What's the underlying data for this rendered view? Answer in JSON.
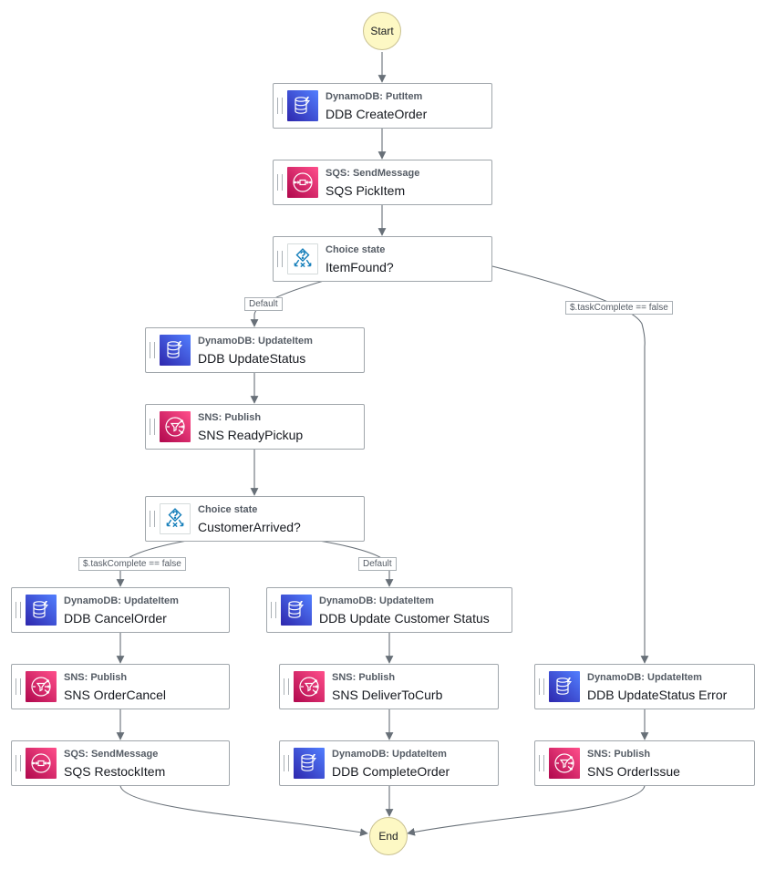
{
  "start_label": "Start",
  "end_label": "End",
  "states": {
    "create_order": {
      "kind": "DynamoDB: PutItem",
      "name": "DDB CreateOrder"
    },
    "pick_item": {
      "kind": "SQS: SendMessage",
      "name": "SQS PickItem"
    },
    "item_found": {
      "kind": "Choice state",
      "name": "ItemFound?"
    },
    "update_status": {
      "kind": "DynamoDB: UpdateItem",
      "name": "DDB UpdateStatus"
    },
    "ready_pickup": {
      "kind": "SNS: Publish",
      "name": "SNS ReadyPickup"
    },
    "customer_arrived": {
      "kind": "Choice state",
      "name": "CustomerArrived?"
    },
    "cancel_order": {
      "kind": "DynamoDB: UpdateItem",
      "name": "DDB CancelOrder"
    },
    "order_cancel": {
      "kind": "SNS: Publish",
      "name": "SNS OrderCancel"
    },
    "restock_item": {
      "kind": "SQS: SendMessage",
      "name": "SQS RestockItem"
    },
    "update_customer_status": {
      "kind": "DynamoDB: UpdateItem",
      "name": "DDB Update Customer Status"
    },
    "deliver_to_curb": {
      "kind": "SNS: Publish",
      "name": "SNS DeliverToCurb"
    },
    "complete_order": {
      "kind": "DynamoDB: UpdateItem",
      "name": "DDB CompleteOrder"
    },
    "update_status_error": {
      "kind": "DynamoDB: UpdateItem",
      "name": "DDB UpdateStatus Error"
    },
    "order_issue": {
      "kind": "SNS: Publish",
      "name": "SNS OrderIssue"
    }
  },
  "edge_labels": {
    "item_found_default": "Default",
    "item_found_false": "$.taskComplete == false",
    "customer_arrived_false": "$.taskComplete == false",
    "customer_arrived_default": "Default"
  },
  "colors": {
    "terminal_fill": "#fdf8c4",
    "dynamodb": "#3b48cc",
    "sqs_sns": "#e7157b",
    "choice_icon": "#147eba",
    "edge": "#687078"
  },
  "icons": {
    "dynamodb": "dynamodb-icon",
    "sqs": "sqs-icon",
    "sns": "sns-icon",
    "choice": "choice-icon"
  }
}
